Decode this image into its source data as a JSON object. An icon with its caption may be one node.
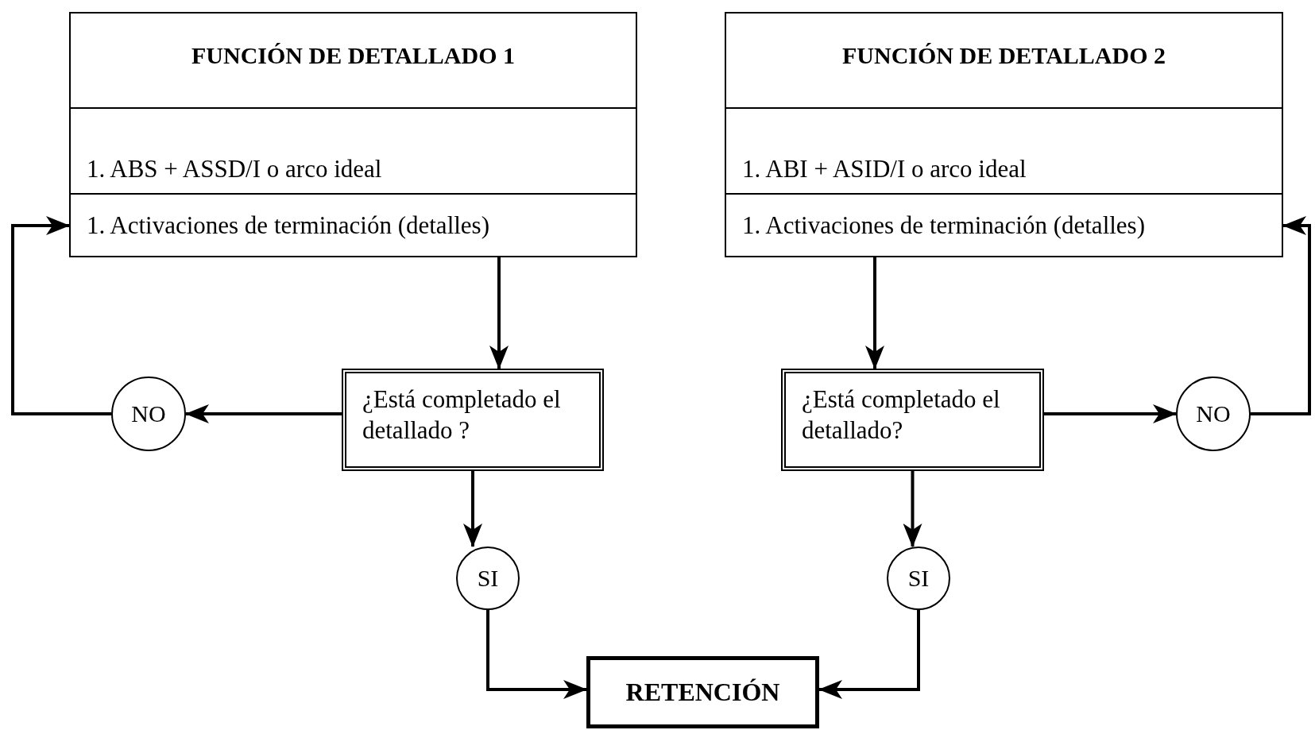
{
  "diagram": {
    "nodes": [
      {
        "text": [
          "FUNCIÓN DE DETALLADO 1",
          "1. ABS + ASSD/I o arco ideal",
          "1. Activaciones de terminación (detalles)"
        ]
      },
      {
        "text": [
          "FUNCIÓN DE DETALLADO 2",
          "1. ABI + ASID/I o arco ideal",
          "1. Activaciones de terminación (detalles)"
        ]
      },
      {
        "text": [
          "¿Está completado el detallado ?"
        ]
      },
      {
        "text": [
          "NO"
        ]
      },
      {
        "text": [
          "SI"
        ]
      },
      {
        "text": [
          "¿Está completado el detallado?"
        ]
      },
      {
        "text": [
          "NO"
        ]
      },
      {
        "text": [
          "SI"
        ]
      },
      {
        "text": [
          "RETENCIÓN"
        ]
      }
    ],
    "edges": [
      {
        "from": 0,
        "to": 2,
        "arrow": "to"
      },
      {
        "from": 2,
        "to": 3,
        "arrow": "to"
      },
      {
        "from": 3,
        "to": 0,
        "arrow": "to"
      },
      {
        "from": 2,
        "to": 4,
        "arrow": "to"
      },
      {
        "from": 4,
        "to": 8,
        "arrow": "to"
      },
      {
        "from": 1,
        "to": 5,
        "arrow": "to"
      },
      {
        "from": 5,
        "to": 6,
        "arrow": "to"
      },
      {
        "from": 6,
        "to": 1,
        "arrow": "to"
      },
      {
        "from": 5,
        "to": 7,
        "arrow": "to"
      },
      {
        "from": 7,
        "to": 8,
        "arrow": "to"
      }
    ]
  }
}
